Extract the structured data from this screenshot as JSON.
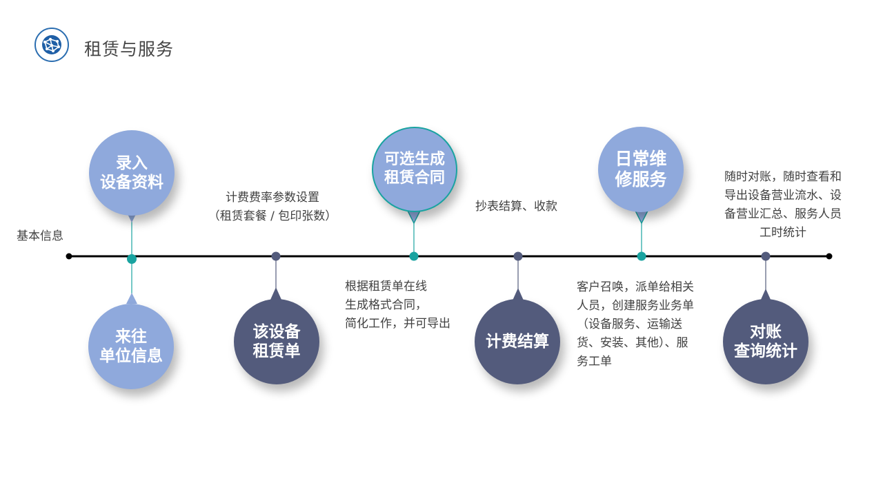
{
  "header": {
    "title": "租赁与服务",
    "logo_icon": "globe-network-icon"
  },
  "timeline": {
    "start_label": "基本信息",
    "steps": [
      {
        "label": "录入\n设备资料",
        "position": "top",
        "style": "light"
      },
      {
        "label": "来往\n单位信息",
        "position": "bottom",
        "style": "light"
      },
      {
        "label": "该设备\n租赁单",
        "position": "bottom",
        "style": "dark"
      },
      {
        "label": "可选生成\n租赁合同",
        "position": "top",
        "style": "light"
      },
      {
        "label": "计费结算",
        "position": "bottom",
        "style": "dark"
      },
      {
        "label": "日常维\n修服务",
        "position": "top",
        "style": "light"
      },
      {
        "label": "对账\n查询统计",
        "position": "bottom",
        "style": "dark"
      }
    ],
    "notes": {
      "rate_settings": "计费费率参数设置\n（租赁套餐 / 包印张数）",
      "contract": "根据租赁单在线\n生成格式合同，\n简化工作，并可导出",
      "meter": "抄表结算、收款",
      "service": "客户召唤，派单给相关\n人员，创建服务业务单\n（设备服务、运输送\n货、安装、其他）、服\n务工单",
      "reconcile": "随时对账，随时查看和\n导出设备营业流水、设\n备营业汇总、服务人员\n工时统计"
    },
    "colors": {
      "light": "#8fa9dc",
      "dark": "#535b7c",
      "teal": "#19a3a0",
      "line": "#000000"
    }
  }
}
